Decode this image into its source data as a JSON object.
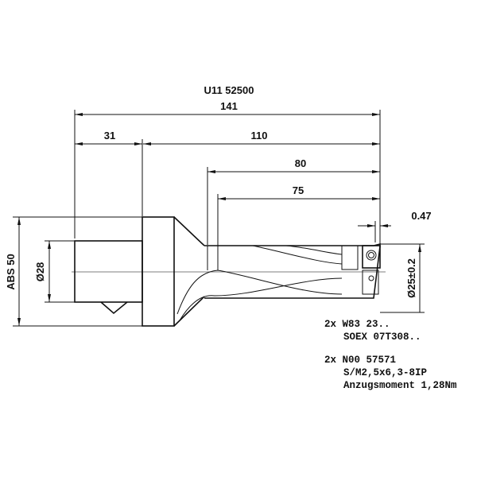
{
  "drawing": {
    "part_number": "U11  52500",
    "dimensions": {
      "overall_length": "141",
      "shank_length": "31",
      "body_length": "110",
      "length_80": "80",
      "length_75": "75",
      "offset": "0.47",
      "abs": "ABS  50",
      "shank_diameter": "Ø28",
      "cutting_diameter": "Ø25±0.2"
    },
    "notes": {
      "insert_line1": "2x W83 23..",
      "insert_line2": "SOEX 07T308..",
      "screw_line1": "2x N00 57571",
      "screw_line2": "S/M2,5x6,3-8IP",
      "screw_line3": "Anzugsmoment 1,28Nm"
    }
  }
}
